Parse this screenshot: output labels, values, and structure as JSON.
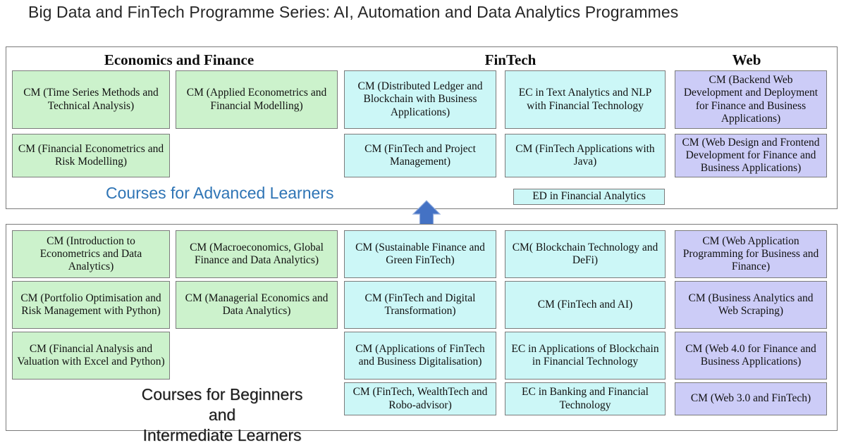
{
  "title": "Big Data and FinTech Programme Series: AI, Automation and Data Analytics Programmes",
  "colors": {
    "economics_finance": "#ccf2cc",
    "fintech": "#ccf7f7",
    "web": "#ccccf7",
    "arrow": "#4472c4",
    "advanced_label": "#2e74b5",
    "panel_border": "#7b7b7b"
  },
  "headers": {
    "economics_finance": "Economics and Finance",
    "fintech": "FinTech",
    "web": "Web"
  },
  "bands": {
    "advanced": "Courses for Advanced Learners",
    "beginner_line1": "Courses for Beginners and",
    "beginner_line2": "Intermediate Learners"
  },
  "arrow": {
    "icon": "arrow-up-icon",
    "direction": "up"
  },
  "advanced_panel": {
    "columns": [
      {
        "name": "economics-finance-col-1",
        "category": "Economics and Finance",
        "color": "green",
        "items": [
          "CM (Time Series Methods and Technical Analysis)",
          "CM (Financial Econometrics and Risk Modelling)"
        ]
      },
      {
        "name": "economics-finance-col-2",
        "category": "Economics and Finance",
        "color": "green",
        "items": [
          "CM (Applied Econometrics and Financial Modelling)"
        ]
      },
      {
        "name": "fintech-col-1",
        "category": "FinTech",
        "color": "cyan",
        "items": [
          "CM (Distributed Ledger and Blockchain with Business Applications)",
          "CM (FinTech and Project Management)"
        ]
      },
      {
        "name": "fintech-col-2",
        "category": "FinTech",
        "color": "cyan",
        "items": [
          "EC in Text Analytics and NLP with Financial Technology",
          "CM (FinTech Applications with Java)",
          "ED in Financial Analytics"
        ]
      },
      {
        "name": "web-col-1",
        "category": "Web",
        "color": "purple",
        "items": [
          "CM (Backend Web Development and Deployment for Finance and Business Applications)",
          "CM (Web Design and Frontend Development for Finance and Business Applications)"
        ]
      }
    ]
  },
  "beginner_panel": {
    "columns": [
      {
        "name": "economics-finance-col-1",
        "category": "Economics and Finance",
        "color": "green",
        "items": [
          "CM (Introduction to Econometrics and Data Analytics)",
          "CM (Portfolio Optimisation and Risk Management with Python)",
          "CM (Financial Analysis and Valuation with Excel and Python)"
        ]
      },
      {
        "name": "economics-finance-col-2",
        "category": "Economics and Finance",
        "color": "green",
        "items": [
          "CM (Macroeconomics, Global Finance and Data Analytics)",
          "CM (Managerial Economics and Data Analytics)"
        ]
      },
      {
        "name": "fintech-col-1",
        "category": "FinTech",
        "color": "cyan",
        "items": [
          "CM (Sustainable Finance and Green FinTech)",
          "CM (FinTech and Digital Transformation)",
          "CM (Applications of FinTech and Business Digitalisation)",
          "CM (FinTech, WealthTech and Robo-advisor)"
        ]
      },
      {
        "name": "fintech-col-2",
        "category": "FinTech",
        "color": "cyan",
        "items": [
          "CM( Blockchain Technology and DeFi)",
          "CM (FinTech and AI)",
          "EC in Applications of Blockchain in Financial Technology",
          "EC in Banking and Financial Technology"
        ]
      },
      {
        "name": "web-col-1",
        "category": "Web",
        "color": "purple",
        "items": [
          "CM (Web Application Programming for Business and Finance)",
          "CM (Business Analytics and Web Scraping)",
          "CM (Web 4.0 for Finance and Business Applications)",
          "CM (Web 3.0 and FinTech)"
        ]
      }
    ]
  }
}
